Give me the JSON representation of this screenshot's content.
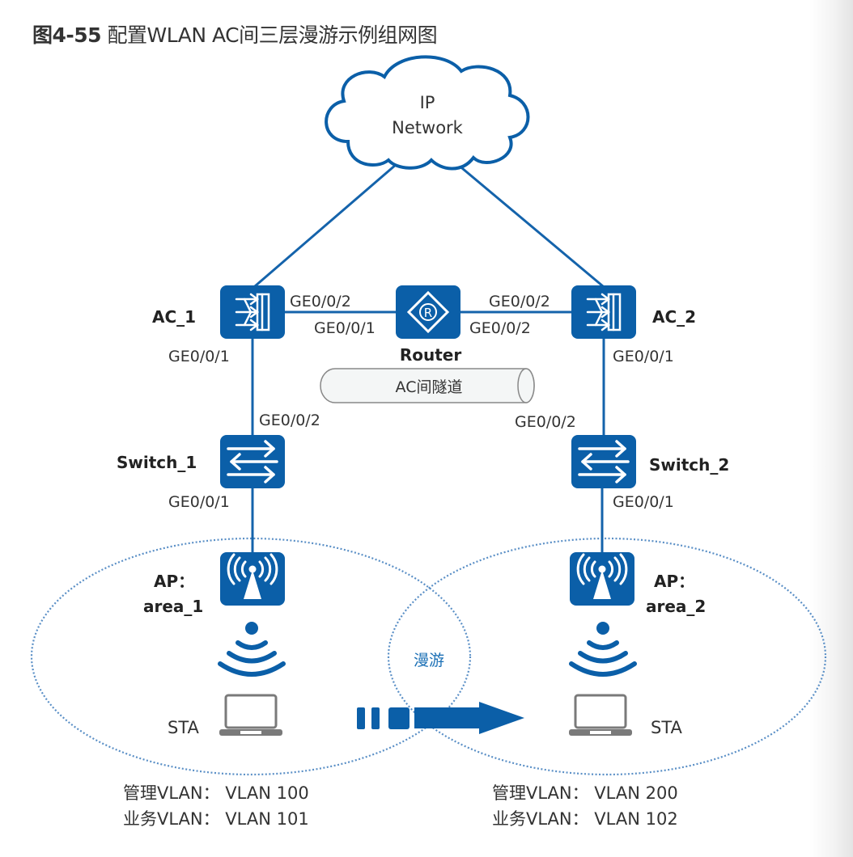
{
  "figure": {
    "number": "图4-55",
    "caption": "配置WLAN AC间三层漫游示例组网图"
  },
  "colors": {
    "device_blue": "#0b5fa8",
    "link_blue": "#1463ab",
    "dotted_blue": "#5a8fc6",
    "laptop_gray": "#7a7a7a",
    "text": "#333333"
  },
  "cloud": {
    "line1": "IP",
    "line2": "Network",
    "icon": "cloud-icon"
  },
  "devices": {
    "ac1": {
      "name": "AC_1",
      "icon": "wireless-controller-icon"
    },
    "ac2": {
      "name": "AC_2",
      "icon": "wireless-controller-icon"
    },
    "router": {
      "name": "Router",
      "icon": "router-icon"
    },
    "switch1": {
      "name": "Switch_1",
      "icon": "switch-icon"
    },
    "switch2": {
      "name": "Switch_2",
      "icon": "switch-icon"
    },
    "ap1": {
      "line1": "AP：",
      "line2": "area_1",
      "icon": "access-point-icon"
    },
    "ap2": {
      "line1": "AP：",
      "line2": "area_2",
      "icon": "access-point-icon"
    },
    "sta1": {
      "name": "STA",
      "icon": "laptop-icon"
    },
    "sta2": {
      "name": "STA",
      "icon": "laptop-icon"
    }
  },
  "ports": {
    "ac1_to_router": "GE0/0/2",
    "router_to_ac1": "GE0/0/1",
    "router_to_ac2": "GE0/0/2",
    "ac2_to_router": "GE0/0/2",
    "ac1_down": "GE0/0/1",
    "ac2_down": "GE0/0/1",
    "switch1_up": "GE0/0/2",
    "switch2_up": "GE0/0/2",
    "switch1_down": "GE0/0/1",
    "switch2_down": "GE0/0/1"
  },
  "tunnel": {
    "label": "AC间隧道"
  },
  "roaming": {
    "label": "漫游",
    "direction": "left-to-right"
  },
  "vlans": {
    "left": {
      "mgmt": "管理VLAN： VLAN 100",
      "service": "业务VLAN： VLAN 101"
    },
    "right": {
      "mgmt": "管理VLAN： VLAN 200",
      "service": "业务VLAN： VLAN 102"
    }
  }
}
